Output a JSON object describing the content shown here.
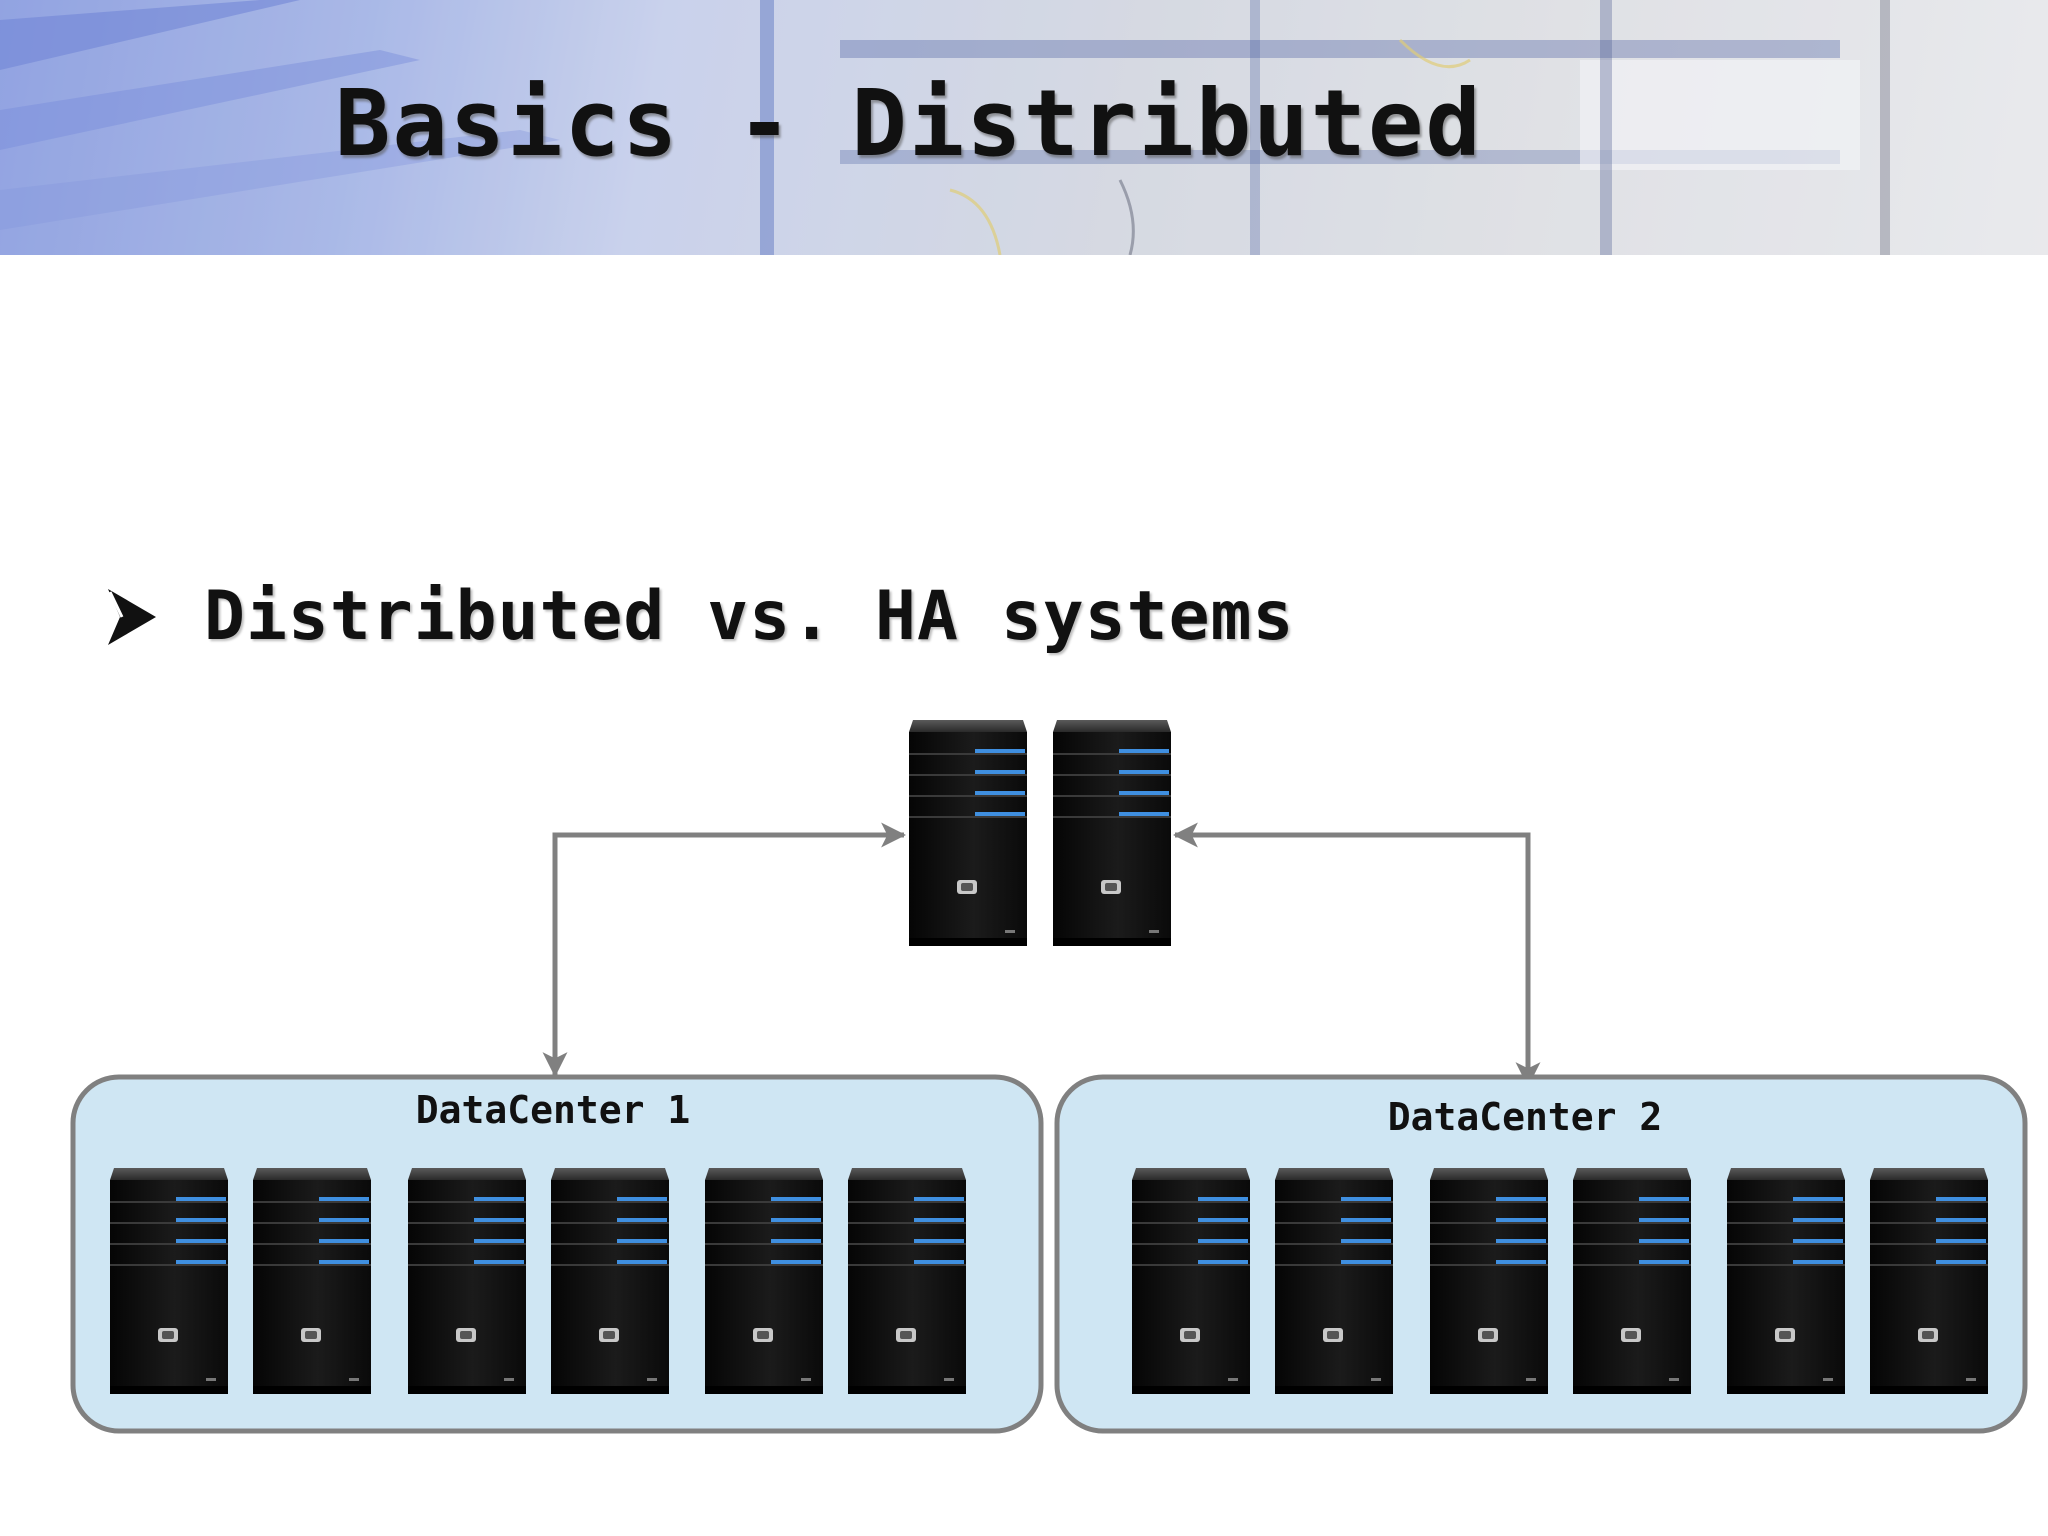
{
  "slide": {
    "title": "Basics - Distributed",
    "bullet_text": "Distributed vs. HA systems"
  },
  "diagram": {
    "central_servers": 2,
    "datacenters": [
      {
        "label": "DataCenter 1",
        "servers": 6
      },
      {
        "label": "DataCenter 2",
        "servers": 6
      }
    ],
    "colors": {
      "datacenter_fill": "#cfe6f3",
      "datacenter_border": "#808080",
      "connector": "#808080",
      "server_body": "#111111",
      "server_led": "#3f8fe0"
    },
    "icons": [
      "server-tower-icon",
      "bullet-arrowhead-icon"
    ]
  }
}
